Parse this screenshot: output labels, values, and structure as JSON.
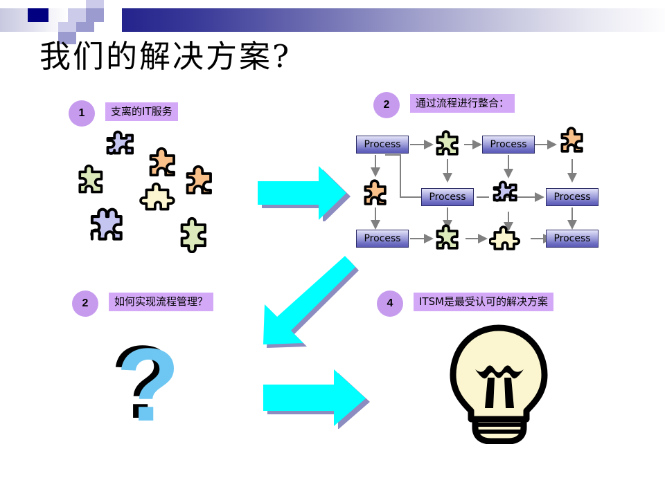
{
  "slide": {
    "title": "我们的解决方案?",
    "background_color": "#ffffff"
  },
  "header": {
    "gradient_from": "#23238c",
    "gradient_to": "#fdfdfe",
    "square_dark_color": "#000080",
    "square_mid_color": "#9b9bd0",
    "square_light_color": "#ccccea"
  },
  "labels": [
    {
      "number": "1",
      "text": "支离的IT服务"
    },
    {
      "number": "2",
      "text": "通过流程进行整合："
    },
    {
      "number": "2",
      "text": "如何实现流程管理？"
    },
    {
      "number": "4",
      "text": "ITSM是最受认可的解决方案"
    }
  ],
  "label_colors": {
    "circle": "#c69bee",
    "box": "#d3a9f7"
  },
  "process_diagram": {
    "box_label": "Process",
    "box_gradient_top": "#e4e4f8",
    "box_gradient_bottom": "#5b5bb8",
    "connector_color": "#808080",
    "grid": [
      [
        "process",
        "puzzle-green",
        "process",
        "puzzle-orange"
      ],
      [
        "puzzle-orange",
        "process",
        "puzzle-lavender",
        "process"
      ],
      [
        "process",
        "puzzle-green",
        "puzzle-cream",
        "process"
      ]
    ]
  },
  "scattered_pieces": [
    {
      "color": "puzzle-lavender"
    },
    {
      "color": "puzzle-orange"
    },
    {
      "color": "puzzle-green"
    },
    {
      "color": "puzzle-orange"
    },
    {
      "color": "puzzle-cream"
    },
    {
      "color": "puzzle-lavender"
    },
    {
      "color": "puzzle-green"
    }
  ],
  "puzzle_colors": {
    "lavender": "#c5c5f2",
    "orange": "#f9c08a",
    "green": "#dbe9bb",
    "cream": "#fbf6cf",
    "outline": "#000000"
  },
  "arrows": {
    "fill": "#00ffff",
    "shadow": "#8c8cc0",
    "right_top": "arrow-right",
    "diagonal": "arrow-down-left",
    "right_bottom": "arrow-right"
  },
  "question_mark": {
    "glyph": "?",
    "fill": "#6ec7f2",
    "shadow": "#000000"
  },
  "lightbulb": {
    "fill": "#fbf6cf",
    "outline": "#000000"
  }
}
